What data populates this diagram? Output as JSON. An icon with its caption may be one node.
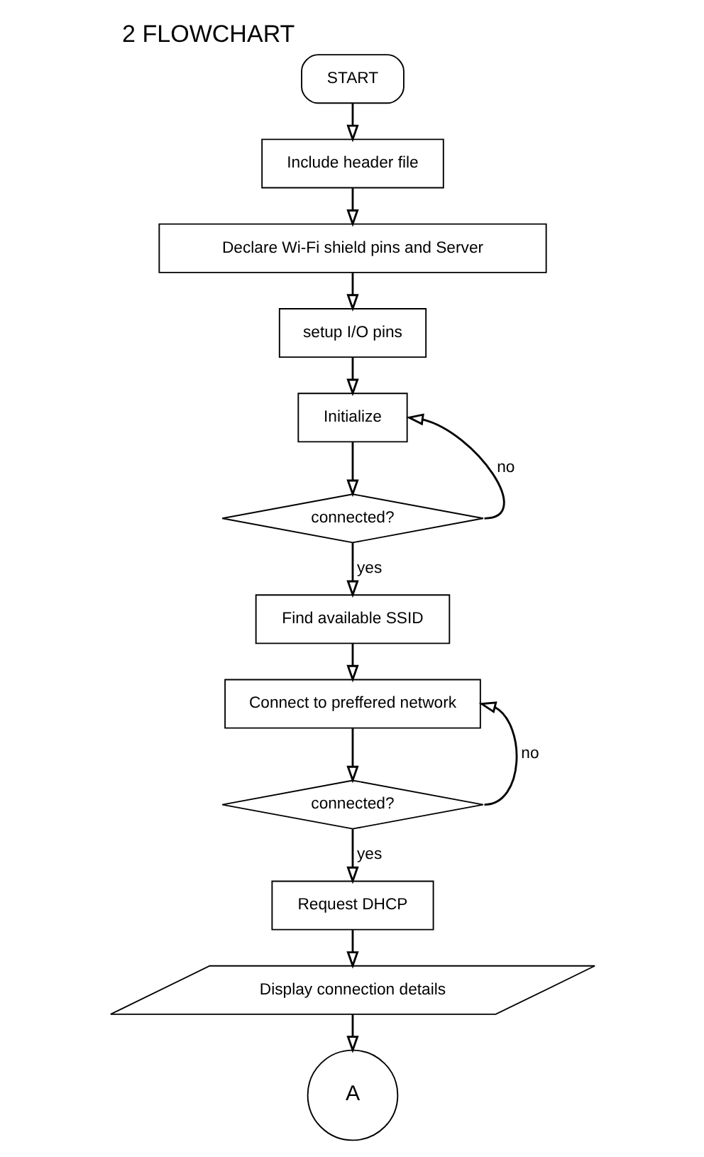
{
  "diagram": {
    "title": "2 FLOWCHART",
    "nodes": [
      {
        "text": [
          "START"
        ]
      },
      {
        "text": [
          "Include header file"
        ]
      },
      {
        "text": [
          "Declare Wi-Fi shield pins and Server"
        ]
      },
      {
        "text": [
          "setup I/O pins"
        ]
      },
      {
        "text": [
          "Initialize"
        ]
      },
      {
        "text": [
          "connected?"
        ]
      },
      {
        "text": [
          "Find available SSID"
        ]
      },
      {
        "text": [
          "Connect to preffered network"
        ]
      },
      {
        "text": [
          "connected?"
        ]
      },
      {
        "text": [
          "Request DHCP"
        ]
      },
      {
        "text": [
          "Display connection details"
        ]
      },
      {
        "text": [
          "A"
        ]
      }
    ],
    "edges": [
      {
        "from": 0,
        "to": 1,
        "arrow": "to"
      },
      {
        "from": 1,
        "to": 2,
        "arrow": "to"
      },
      {
        "from": 2,
        "to": 3,
        "arrow": "to"
      },
      {
        "from": 3,
        "to": 4,
        "arrow": "to"
      },
      {
        "from": 4,
        "to": 5,
        "arrow": "to"
      },
      {
        "from": 5,
        "to": 4,
        "arrow": "to",
        "label": "no"
      },
      {
        "from": 5,
        "to": 6,
        "arrow": "to",
        "label": "yes"
      },
      {
        "from": 6,
        "to": 7,
        "arrow": "to"
      },
      {
        "from": 7,
        "to": 8,
        "arrow": "to"
      },
      {
        "from": 8,
        "to": 7,
        "arrow": "to",
        "label": "no"
      },
      {
        "from": 8,
        "to": 9,
        "arrow": "to",
        "label": "yes"
      },
      {
        "from": 9,
        "to": 10,
        "arrow": "to"
      },
      {
        "from": 10,
        "to": 11,
        "arrow": "to"
      }
    ]
  }
}
